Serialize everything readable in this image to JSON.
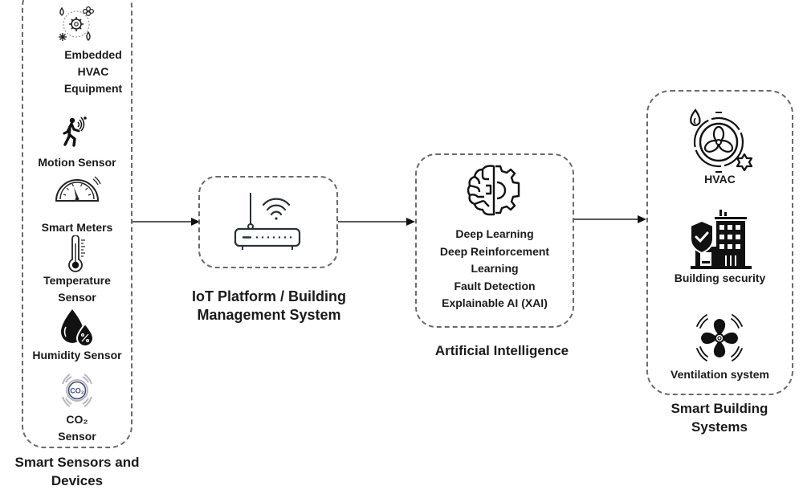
{
  "diagram": {
    "sensors": {
      "title": "Smart Sensors and Devices",
      "items": [
        {
          "label": "Embedded HVAC Equipment",
          "icon": "hvac-equipment-icon"
        },
        {
          "label": "Motion Sensor",
          "icon": "motion-sensor-icon"
        },
        {
          "label": "Smart Meters",
          "icon": "smart-meter-icon"
        },
        {
          "label": "Temperature Sensor",
          "icon": "thermometer-icon"
        },
        {
          "label": "Humidity Sensor",
          "icon": "humidity-icon"
        },
        {
          "label": "CO₂ Sensor",
          "icon": "co2-sensor-icon",
          "icon_text": "CO₂"
        }
      ]
    },
    "iot": {
      "title_line1": "IoT Platform / Building",
      "title_line2": "Management System",
      "icon": "router-icon"
    },
    "ai": {
      "title": "Artificial Intelligence",
      "icon": "brain-gear-icon",
      "items": [
        "Deep Learning",
        "Deep Reinforcement",
        "Learning",
        "Fault Detection",
        "Explainable AI (XAI)"
      ]
    },
    "systems": {
      "title_line1": "Smart Building",
      "title_line2": "Systems",
      "items": [
        {
          "label": "HVAC",
          "icon": "hvac-fan-icon"
        },
        {
          "label": "Building security",
          "icon": "building-security-icon"
        },
        {
          "label": "Ventilation system",
          "icon": "ventilation-fan-icon"
        }
      ]
    },
    "sensor_labels": {
      "embedded_1": "Embedded",
      "embedded_2": "HVAC",
      "embedded_3": "Equipment",
      "motion": "Motion Sensor",
      "meters": "Smart Meters",
      "temp_1": "Temperature",
      "temp_2": "Sensor",
      "humidity": "Humidity Sensor",
      "co2_1": "CO₂",
      "co2_2": "Sensor",
      "title_1": "Smart Sensors and",
      "title_2": "Devices"
    },
    "colors": {
      "stroke": "#1a1a1a",
      "dash_border": "#6a6a6a",
      "co2_ring": "#3c4a7a"
    }
  }
}
